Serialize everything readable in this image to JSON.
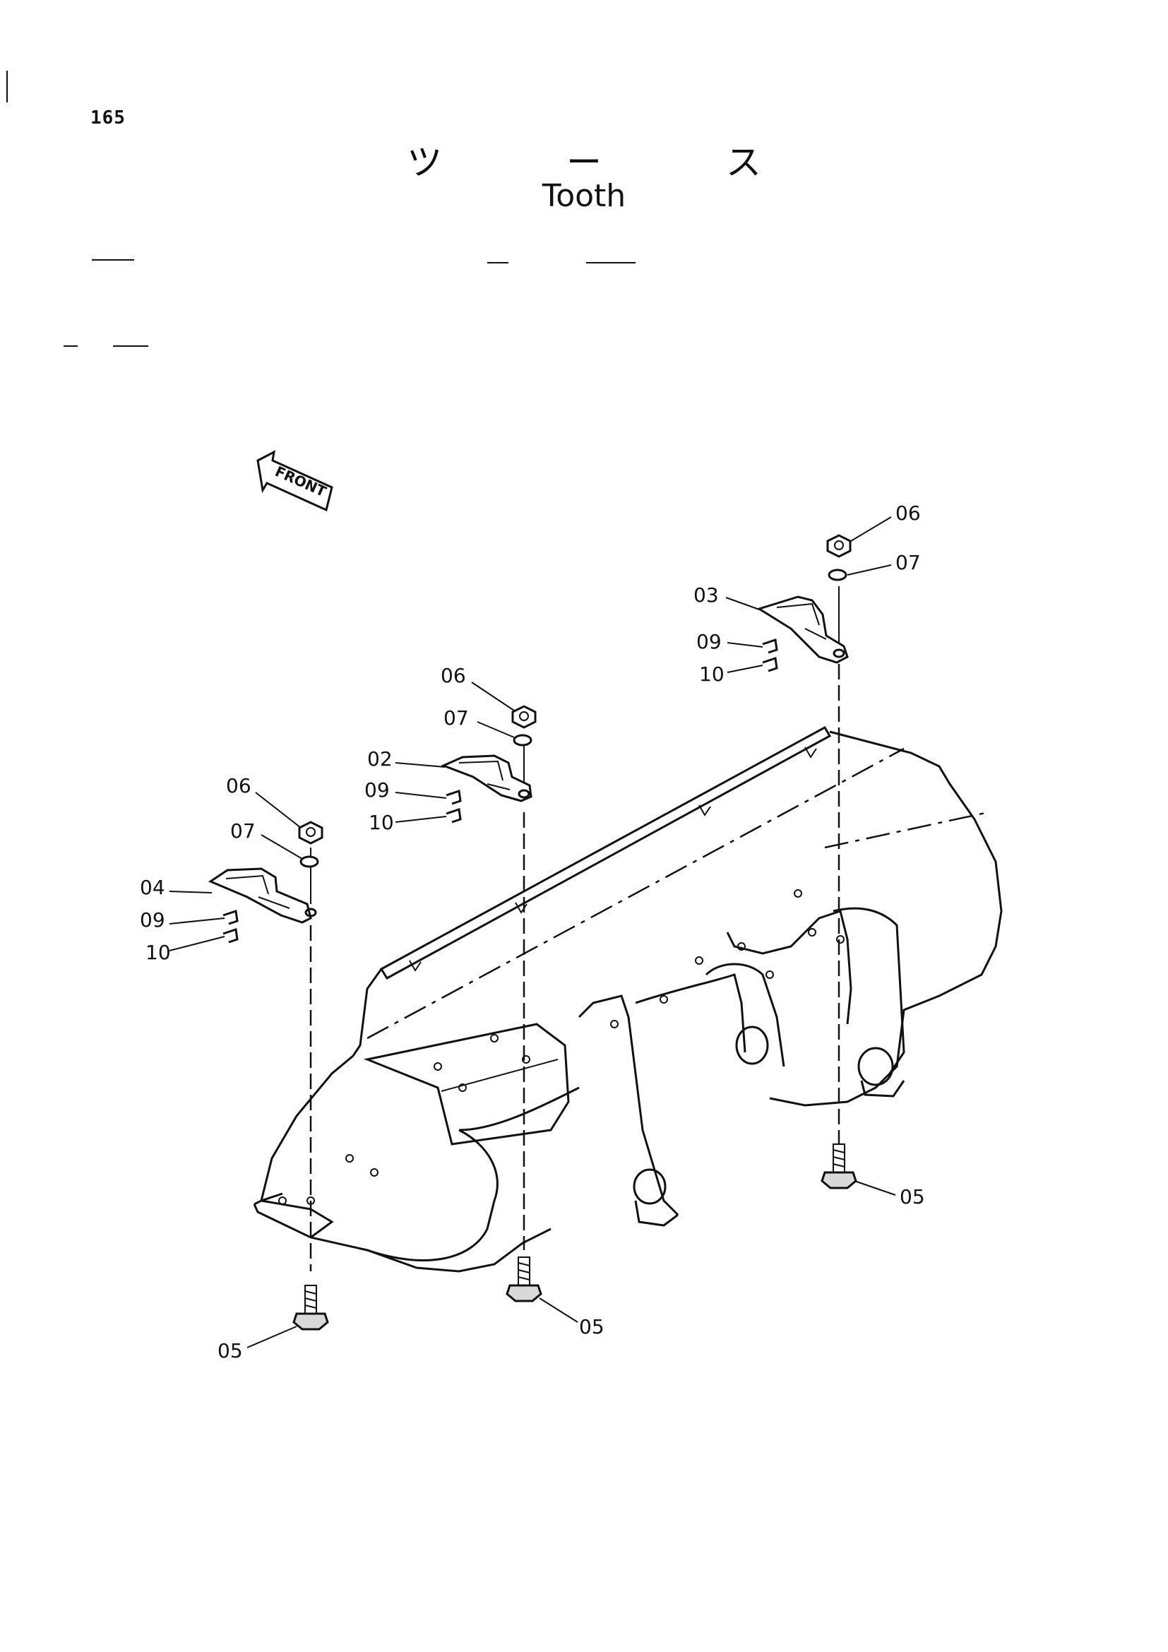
{
  "page_number": "165",
  "title_jp": "ツ ー ス",
  "title_en": "Tooth",
  "direction_label": "FRONT",
  "callouts": {
    "c06_right": "06",
    "c07_right": "07",
    "c03": "03",
    "c09_right": "09",
    "c10_right": "10",
    "c06_mid": "06",
    "c07_mid": "07",
    "c02": "02",
    "c09_mid": "09",
    "c10_mid": "10",
    "c06_left": "06",
    "c07_left": "07",
    "c04": "04",
    "c09_left": "09",
    "c10_left": "10",
    "c05_right": "05",
    "c05_mid": "05",
    "c05_left": "05"
  }
}
